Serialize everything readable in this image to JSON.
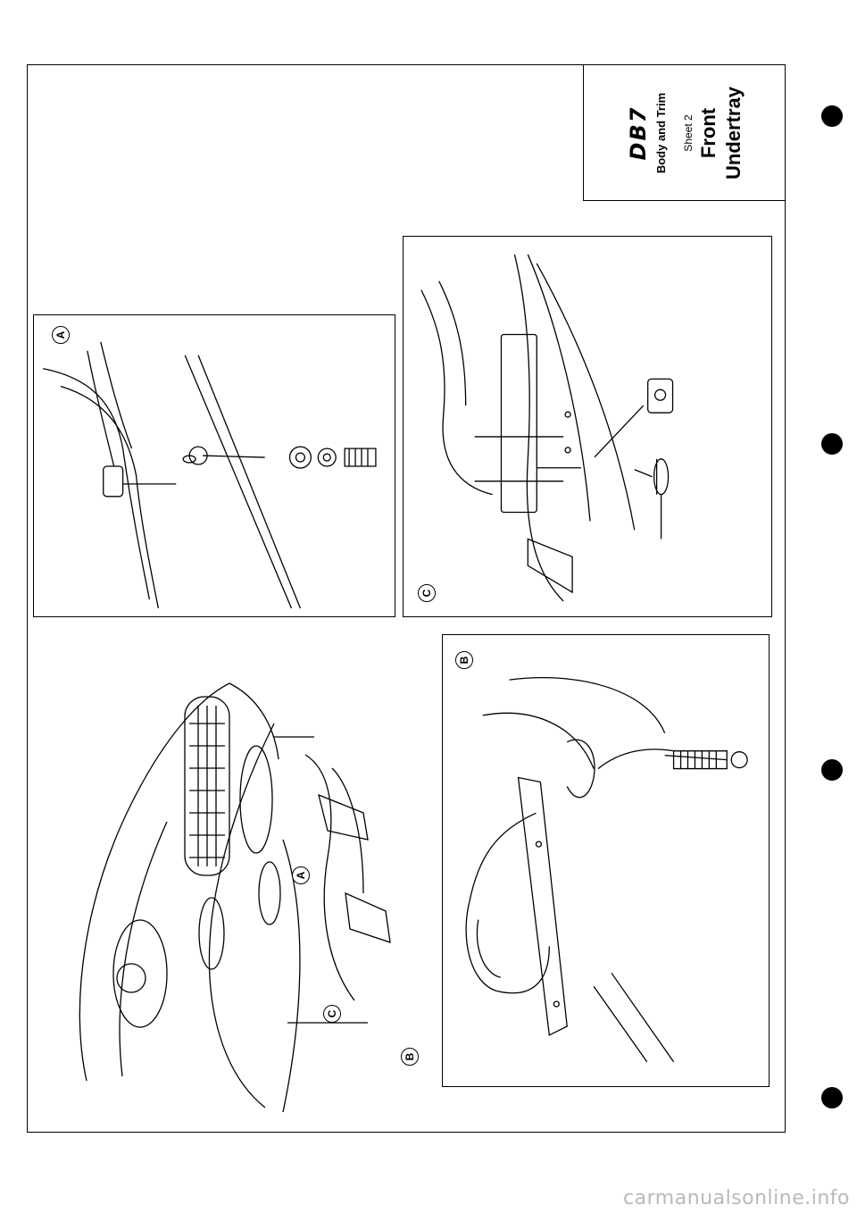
{
  "title_block": {
    "logo": "DB7",
    "section": "Body and Trim",
    "sheet": "Sheet 2",
    "title_line1": "Front",
    "title_line2": "Undertray"
  },
  "labels": {
    "panel_a": "A",
    "panel_b": "B",
    "panel_c": "C",
    "callout_a": "A",
    "callout_b": "B",
    "callout_c": "C"
  },
  "watermark": "carmanualsonline.info"
}
